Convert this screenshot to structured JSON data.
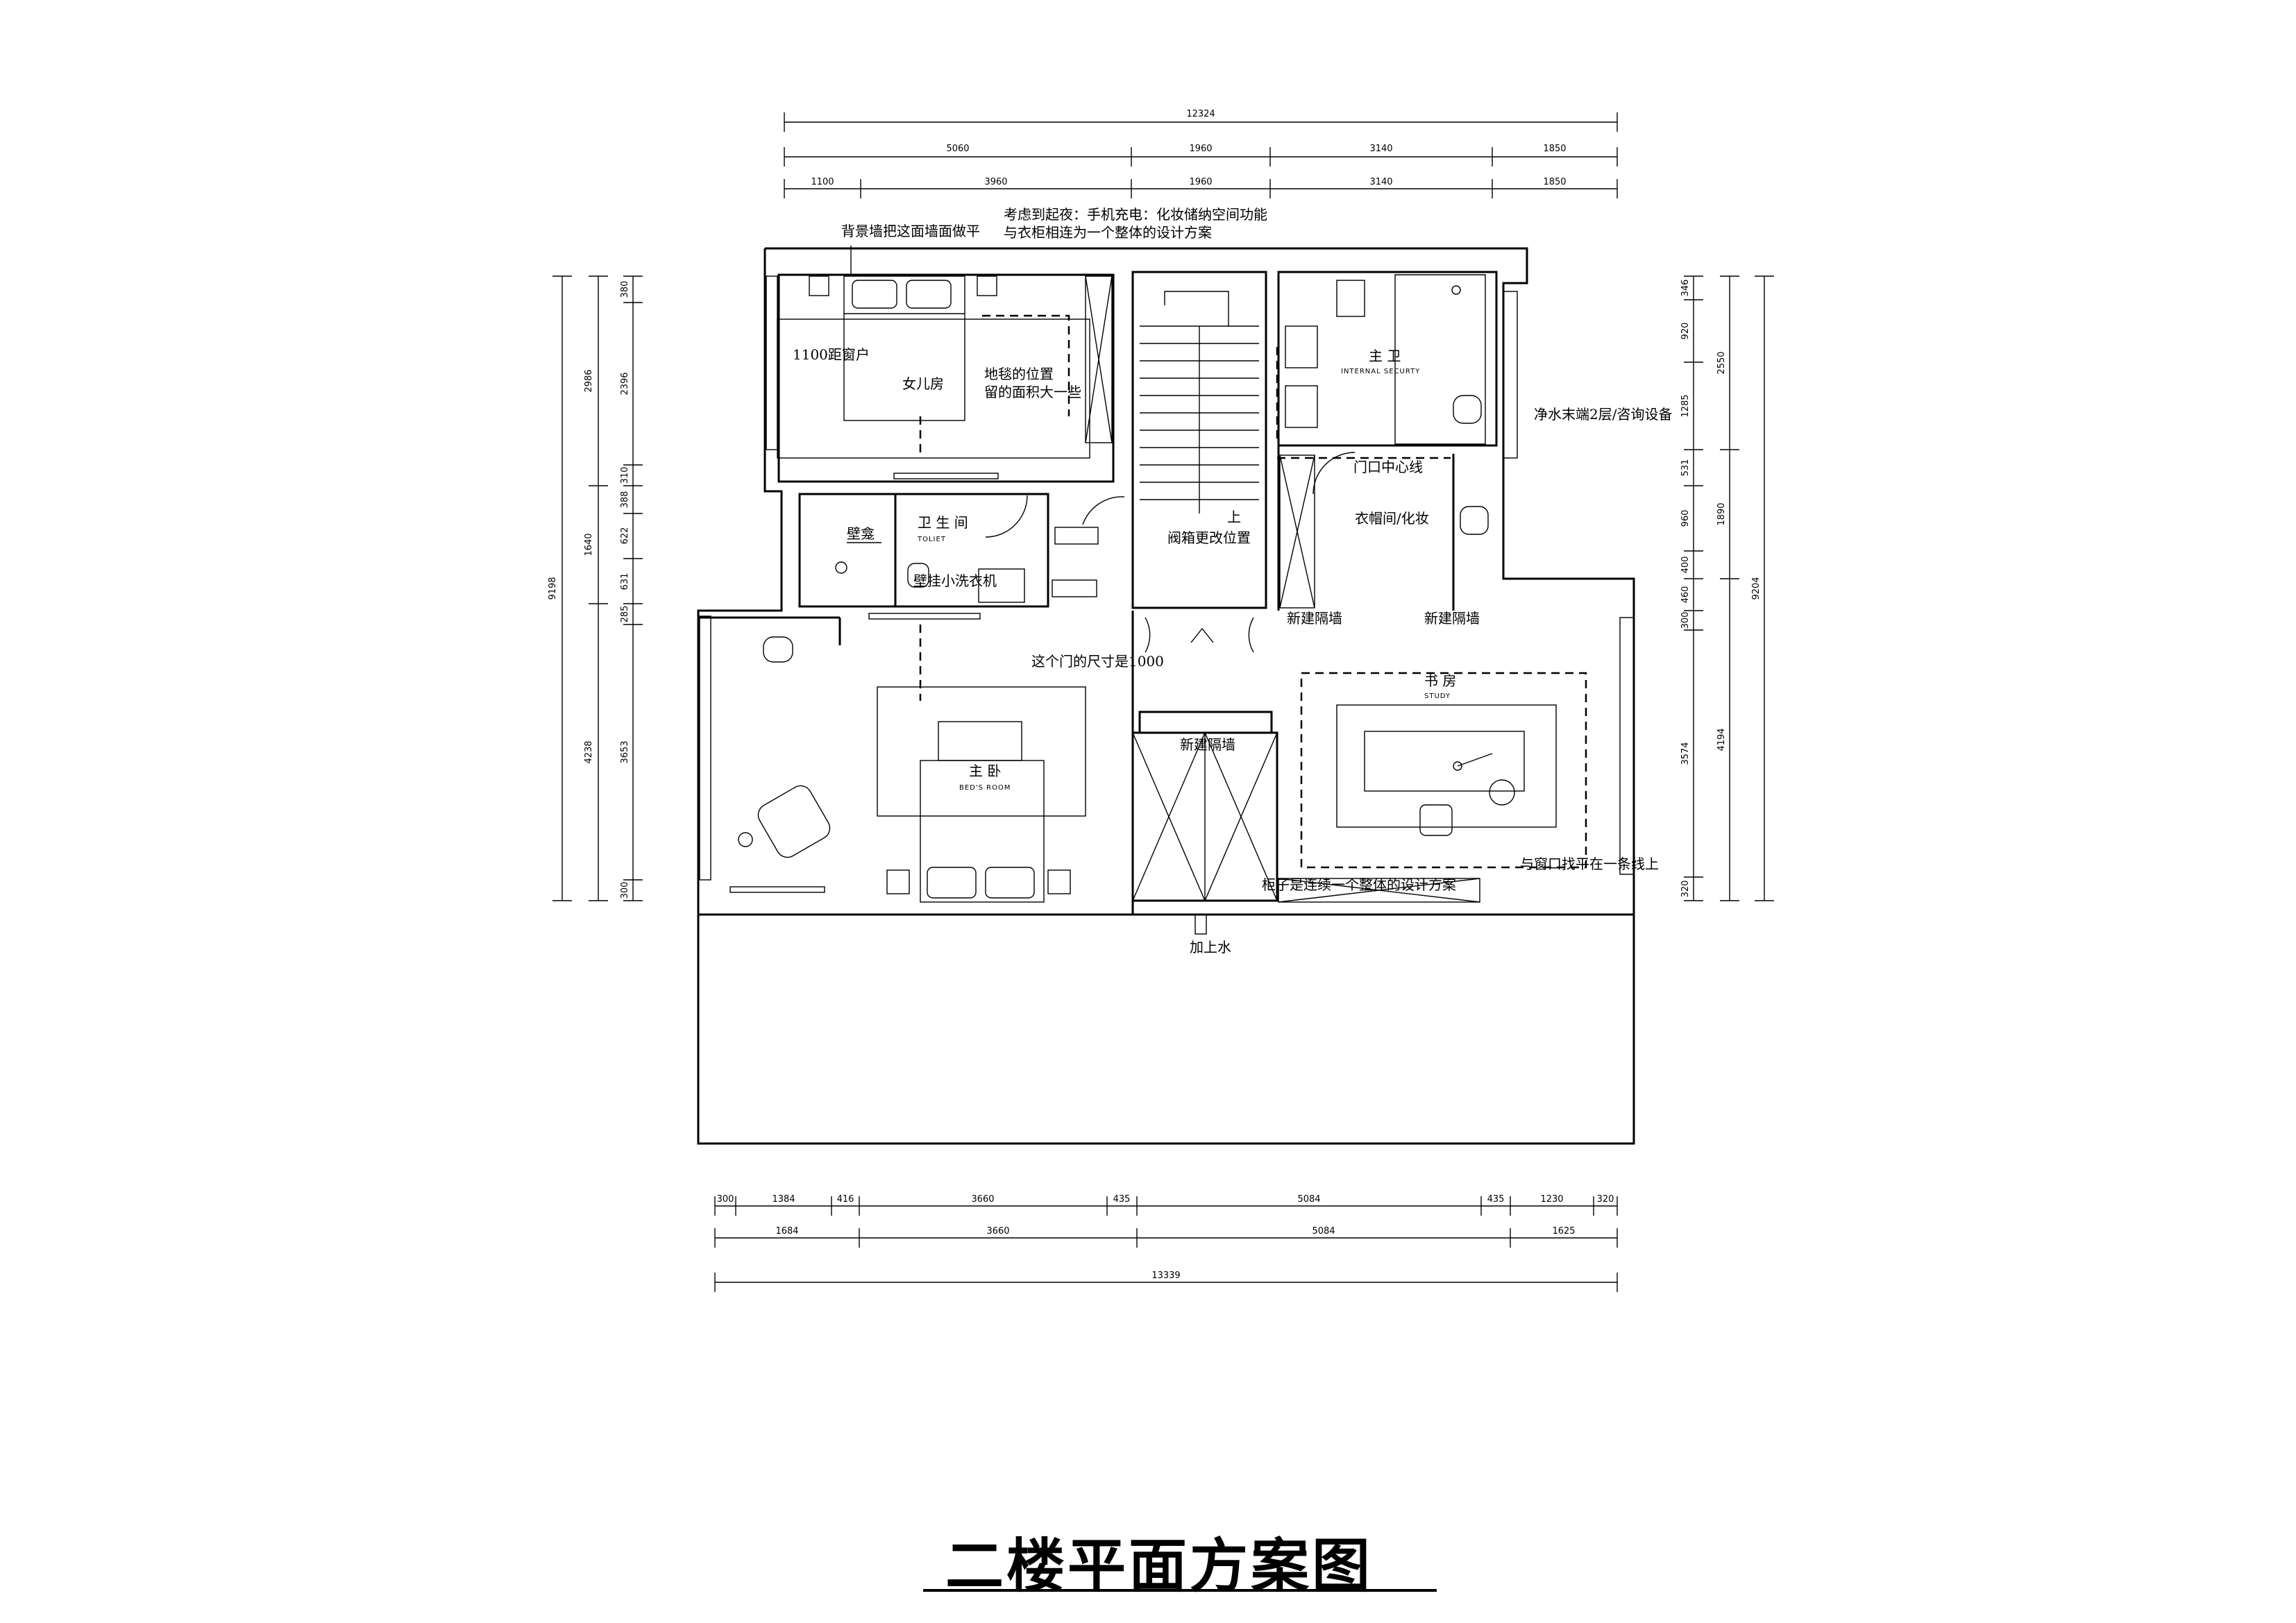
{
  "title": "二楼平面方案图",
  "dimensions": {
    "top_total": "12324",
    "top_row1": [
      "5060",
      "1960",
      "3140",
      "1850"
    ],
    "top_row2": [
      "1100",
      "3960",
      "1960",
      "3140",
      "1850"
    ],
    "bottom_row1": [
      "300",
      "1384",
      "416",
      "3660",
      "435",
      "5084",
      "435",
      "1230",
      "320"
    ],
    "bottom_row2": [
      "1684",
      "3660",
      "5084",
      "1625"
    ],
    "bottom_total": "13339",
    "left_outer": "9198",
    "left_mid": [
      "2986",
      "1640",
      "4238"
    ],
    "left_inner": [
      "380",
      "2396",
      "310",
      "388",
      "622",
      "631",
      "285",
      "3653",
      "300"
    ],
    "right_outer": "9204",
    "right_mid": [
      "2550",
      "1890",
      "4194"
    ],
    "right_inner": [
      "346",
      "920",
      "1285",
      "531",
      "960",
      "400",
      "460",
      "300",
      "3574",
      "320"
    ]
  },
  "rooms": {
    "daughter": "女儿房",
    "toilet_cn": "卫 生 间",
    "toilet_en": "TOLIET",
    "master_bath_cn": "主 卫",
    "master_bath_en": "INTERNAL SECURTY",
    "master_bed_cn": "主 卧",
    "master_bed_en": "BED'S ROOM",
    "study_cn": "书 房",
    "study_en": "STUDY",
    "cloakroom": "衣帽间/化妆",
    "stair_up": "上"
  },
  "notes": {
    "bg_wall": "背景墙把这面墙面做平",
    "consider_1": "考虑到起夜：手机充电：化妆储纳空间功能",
    "consider_2": "与衣柜相连为一个整体的设计方案",
    "window_1100": "1100距窗户",
    "carpet_1": "地毯的位置",
    "carpet_2": "留的面积大一些",
    "niche": "壁龛",
    "hang_laundry": "壁挂小洗衣机",
    "valve_box": "阀箱更改位置",
    "door_center": "门口中心线",
    "purifier": "净水末端2层/咨询设备",
    "new_wall_1": "新建隔墙",
    "new_wall_2": "新建隔墙",
    "new_wall_3": "新建隔墙",
    "door_1000": "这个门的尺寸是1000",
    "window_align": "与窗口找平在一条线上",
    "continuous": "柜子是连续一个整体的设计方案",
    "water": "加上水"
  }
}
